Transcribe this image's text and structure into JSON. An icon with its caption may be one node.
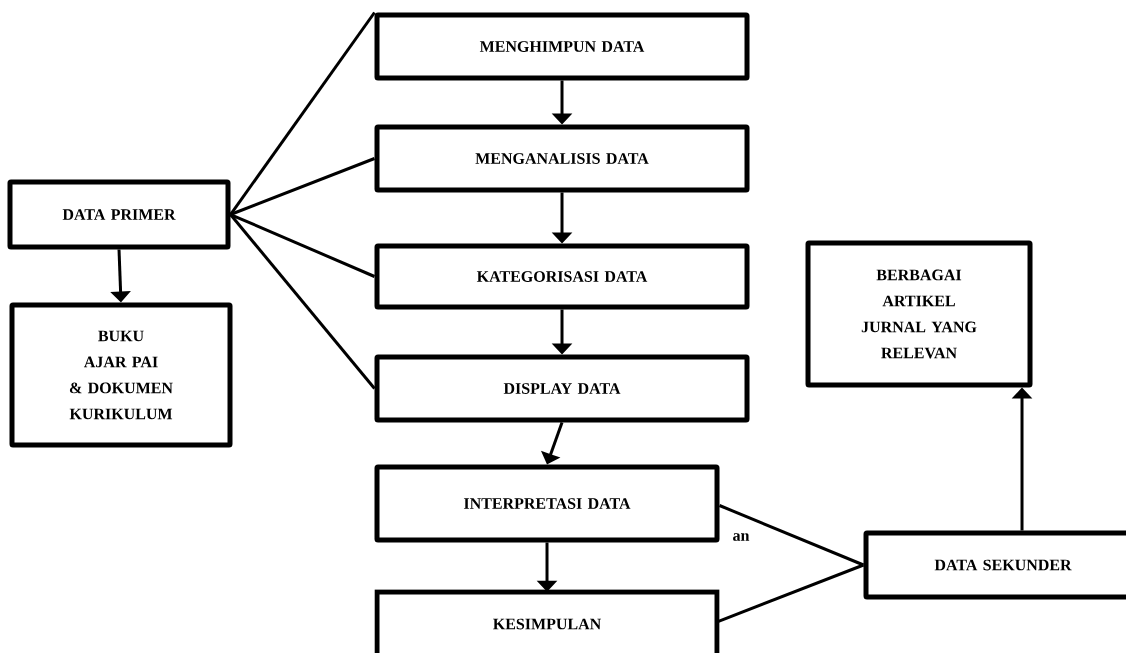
{
  "diagram": {
    "nodes": [
      {
        "text": [
          "DATA PRIMER"
        ]
      },
      {
        "text": [
          "BUKU AJAR PAI & DOKUMEN KURIKULUM"
        ]
      },
      {
        "text": [
          "MENGHIMPUN DATA"
        ]
      },
      {
        "text": [
          "MENGANALISIS DATA"
        ]
      },
      {
        "text": [
          "KATEGORISASI DATA"
        ]
      },
      {
        "text": [
          "DISPLAY  DATA"
        ]
      },
      {
        "text": [
          "INTERPRETASI DATA"
        ]
      },
      {
        "text": [
          "KESIMPULAN"
        ]
      },
      {
        "text": [
          "DATA SEKUNDER"
        ]
      },
      {
        "text": [
          "BERBAGAI ARTIKEL JURNAL YANG RELEVAN"
        ]
      }
    ],
    "edges": [
      {
        "from": 0,
        "to": 1,
        "arrow": "to"
      },
      {
        "from": 2,
        "to": 3,
        "arrow": "to"
      },
      {
        "from": 3,
        "to": 4,
        "arrow": "to"
      },
      {
        "from": 4,
        "to": 5,
        "arrow": "to"
      },
      {
        "from": 5,
        "to": 6,
        "arrow": "to"
      },
      {
        "from": 6,
        "to": 7,
        "arrow": "to"
      },
      {
        "from": 8,
        "to": 9,
        "arrow": "to"
      },
      {
        "from": 0,
        "to": 2,
        "arrow": "none"
      },
      {
        "from": 0,
        "to": 3,
        "arrow": "none"
      },
      {
        "from": 0,
        "to": 4,
        "arrow": "none"
      },
      {
        "from": 0,
        "to": 5,
        "arrow": "none"
      },
      {
        "from": 8,
        "to": 6,
        "arrow": "none"
      },
      {
        "from": 8,
        "to": 7,
        "arrow": "none"
      }
    ],
    "labels": [
      "an"
    ]
  }
}
